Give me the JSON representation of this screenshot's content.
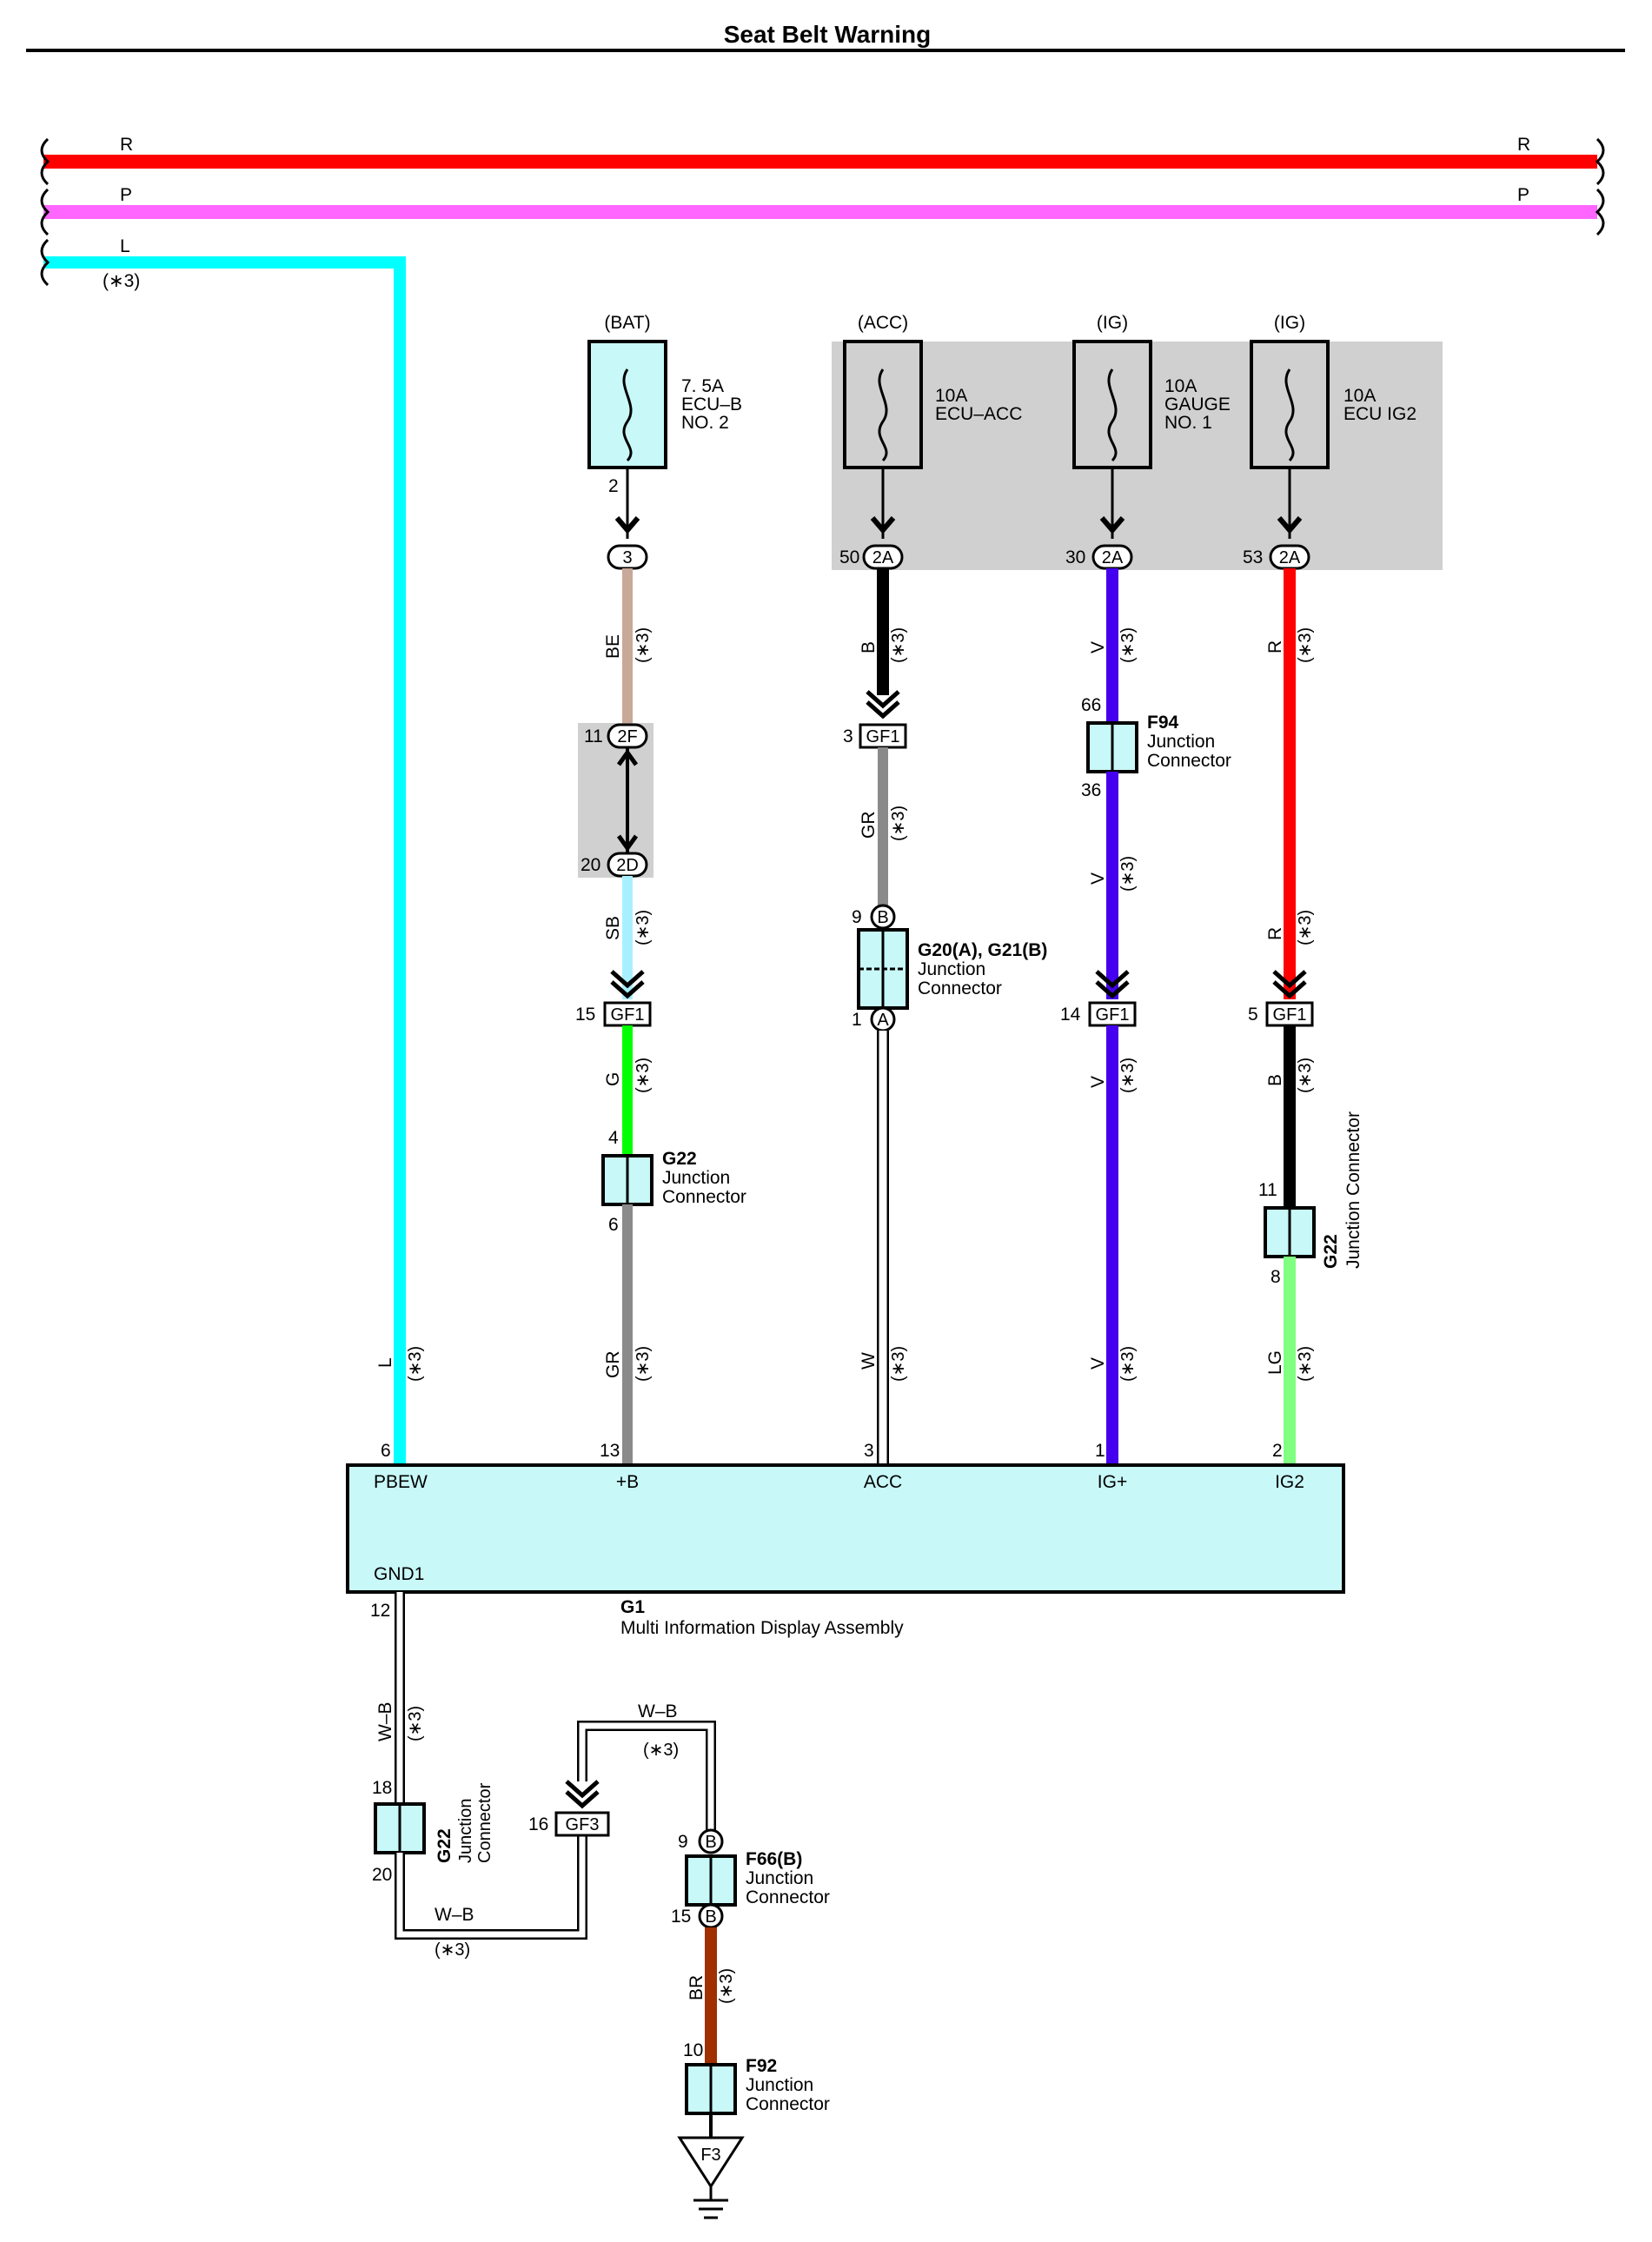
{
  "title": "Seat Belt Warning",
  "colors": {
    "red": "#ff0000",
    "pink": "#ff66ff",
    "cyan": "#00ffff",
    "tan": "#c8a898",
    "light_blue": "#a8f0ff",
    "green": "#00ff00",
    "gray": "#8a8a8a",
    "black": "#000000",
    "violet": "#4400ee",
    "light_green": "#80ff80",
    "brown": "#a03000",
    "component_fill": "#c8f8f8",
    "shade": "#d0d0d0"
  },
  "bus_lines": {
    "r": {
      "left": "R",
      "right": "R"
    },
    "p": {
      "left": "P",
      "right": "P"
    },
    "l": {
      "label": "L",
      "note": "(∗3)"
    }
  },
  "fuses": {
    "ecu_b": {
      "source": "(BAT)",
      "l1": "7. 5A",
      "l2": "ECU–B",
      "l3": "NO. 2",
      "pin": "2",
      "conn": "3"
    },
    "ecu_acc": {
      "source": "(ACC)",
      "l1": "10A",
      "l2": "ECU–ACC",
      "pin": "50",
      "conn": "2A"
    },
    "gauge": {
      "source": "(IG)",
      "l1": "10A",
      "l2": "GAUGE",
      "l3": "NO. 1",
      "pin": "30",
      "conn": "2A"
    },
    "ecu_ig2": {
      "source": "(IG)",
      "l1": "10A",
      "l2": "ECU IG2",
      "pin": "53",
      "conn": "2A"
    }
  },
  "wires": {
    "note": "(∗3)",
    "be": "BE",
    "sb": "SB",
    "g": "G",
    "gr": "GR",
    "b": "B",
    "w": "W",
    "v": "V",
    "r": "R",
    "lg": "LG",
    "l": "L",
    "wb": "W–B",
    "br": "BR"
  },
  "connectors": {
    "c2f": {
      "pin": "11",
      "label": "2F"
    },
    "c2d": {
      "pin": "20",
      "label": "2D"
    },
    "gf1_a": {
      "pin": "15",
      "label": "GF1"
    },
    "gf1_b": {
      "pin": "3",
      "label": "GF1"
    },
    "gf1_c": {
      "pin": "14",
      "label": "GF1"
    },
    "gf1_d": {
      "pin": "5",
      "label": "GF1"
    },
    "gf3": {
      "pin": "16",
      "label": "GF3"
    }
  },
  "components": {
    "g22_a": {
      "id": "G22",
      "l1": "Junction",
      "l2": "Connector",
      "pin_top": "4",
      "pin_bottom": "6"
    },
    "g20": {
      "id": "G20(A), G21(B)",
      "l1": "Junction",
      "l2": "Connector",
      "pin_top": "9",
      "pin_bottom": "1",
      "top_mark": "B",
      "bottom_mark": "A"
    },
    "f94": {
      "id": "F94",
      "l1": "Junction",
      "l2": "Connector",
      "pin_top": "66",
      "pin_bottom": "36"
    },
    "g22_b": {
      "id": "G22",
      "l1": "Junction Connector",
      "pin_top": "11",
      "pin_bottom": "8"
    },
    "g22_c": {
      "id": "G22",
      "l1": "Junction",
      "l2": "Connector",
      "pin_top": "18",
      "pin_bottom": "20"
    },
    "f66": {
      "id": "F66(B)",
      "l1": "Junction",
      "l2": "Connector",
      "pin_top": "9",
      "pin_bottom": "15",
      "mark": "B"
    },
    "f92": {
      "id": "F92",
      "l1": "Junction",
      "l2": "Connector",
      "pin_top": "10"
    },
    "ground": {
      "label": "F3"
    }
  },
  "main_unit": {
    "id": "G1",
    "name": "Multi Information Display Assembly",
    "pins": [
      {
        "num": "6",
        "name": "PBEW"
      },
      {
        "num": "13",
        "name": "+B"
      },
      {
        "num": "3",
        "name": "ACC"
      },
      {
        "num": "1",
        "name": "IG+"
      },
      {
        "num": "2",
        "name": "IG2"
      }
    ],
    "gnd": {
      "num": "12",
      "name": "GND1"
    }
  }
}
